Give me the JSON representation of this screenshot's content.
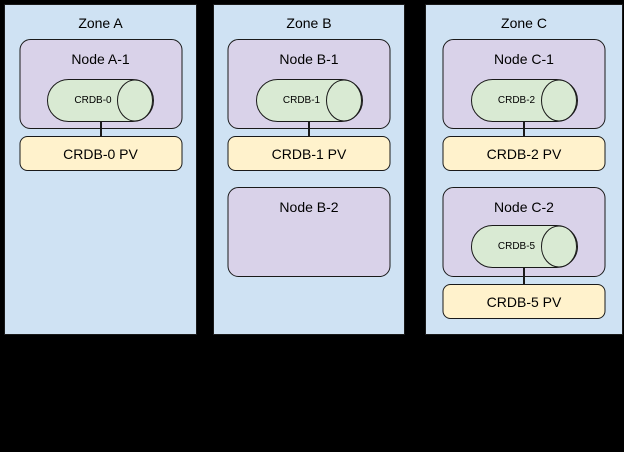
{
  "colors": {
    "background": "#000000",
    "zone_fill": "#cfe2f3",
    "node_fill": "#d9d2e9",
    "cylinder_fill": "#d9ead3",
    "pv_fill": "#fff2cc",
    "border": "#1a1a1a",
    "text": "#000000"
  },
  "zones": [
    {
      "label": "Zone A",
      "nodes": [
        {
          "label": "Node A-1",
          "cylinder_label": "CRDB-0",
          "pv_label": "CRDB-0 PV"
        }
      ]
    },
    {
      "label": "Zone B",
      "nodes": [
        {
          "label": "Node B-1",
          "cylinder_label": "CRDB-1",
          "pv_label": "CRDB-1 PV"
        },
        {
          "label": "Node B-2"
        }
      ]
    },
    {
      "label": "Zone C",
      "nodes": [
        {
          "label": "Node C-1",
          "cylinder_label": "CRDB-2",
          "pv_label": "CRDB-2 PV"
        },
        {
          "label": "Node C-2",
          "cylinder_label": "CRDB-5",
          "pv_label": "CRDB-5 PV"
        }
      ]
    }
  ]
}
